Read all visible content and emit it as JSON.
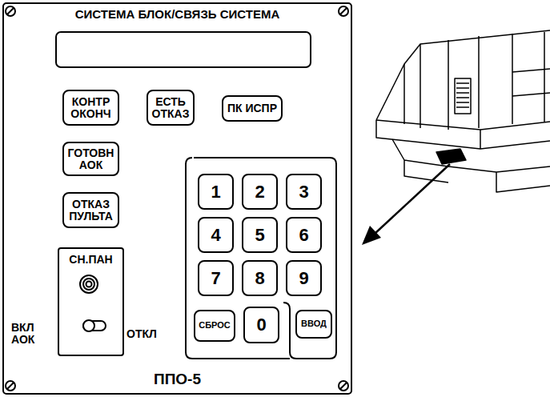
{
  "diagram": {
    "nodes": [
      {
        "text": [
          "СИСТЕМА БЛОК/СВЯЗЬ СИСТЕМА",
          "ППО-5"
        ]
      },
      {
        "text": [
          "КОНТР ОКОНЧ"
        ],
        "in": 0
      },
      {
        "text": [
          "ЕСТЬ ОТКАЗ"
        ],
        "in": 0
      },
      {
        "text": [
          "ПК ИСПР"
        ],
        "in": 0
      },
      {
        "text": [
          "ГОТОВН АОК"
        ],
        "in": 0
      },
      {
        "text": [
          "ОТКАЗ ПУЛЬТА"
        ],
        "in": 0
      },
      {
        "text": [
          "СН.ПАН"
        ],
        "in": 0
      },
      {
        "text": [
          "1"
        ],
        "in": 0
      },
      {
        "text": [
          "2"
        ],
        "in": 0
      },
      {
        "text": [
          "3"
        ],
        "in": 0
      },
      {
        "text": [
          "4"
        ],
        "in": 0
      },
      {
        "text": [
          "5"
        ],
        "in": 0
      },
      {
        "text": [
          "6"
        ],
        "in": 0
      },
      {
        "text": [
          "7"
        ],
        "in": 0
      },
      {
        "text": [
          "8"
        ],
        "in": 0
      },
      {
        "text": [
          "9"
        ],
        "in": 0
      },
      {
        "text": [
          "СБРОС"
        ],
        "in": 0
      },
      {
        "text": [
          "0"
        ],
        "in": 0
      },
      {
        "text": [
          "ВВОД"
        ],
        "in": 0
      }
    ],
    "labels": [
      "ВКЛ АОК",
      "ОТКЛ"
    ]
  }
}
